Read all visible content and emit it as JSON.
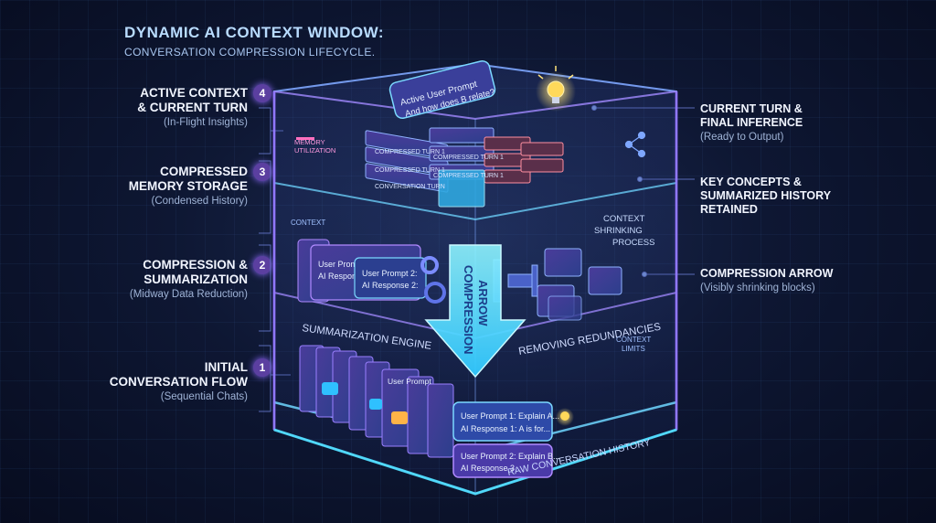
{
  "title": "DYNAMIC AI CONTEXT WINDOW:",
  "subtitle": "CONVERSATION COMPRESSION LIFECYCLE.",
  "stages": [
    {
      "number": "4",
      "heading_line1": "ACTIVE CONTEXT",
      "heading_line2": "& CURRENT TURN",
      "sub": "(In-Flight Insights)"
    },
    {
      "number": "3",
      "heading_line1": "COMPRESSED",
      "heading_line2": "MEMORY STORAGE",
      "sub": "(Condensed History)"
    },
    {
      "number": "2",
      "heading_line1": "COMPRESSION &",
      "heading_line2": "SUMMARIZATION",
      "sub": "(Midway Data Reduction)"
    },
    {
      "number": "1",
      "heading_line1": "INITIAL",
      "heading_line2": "CONVERSATION FLOW",
      "sub": "(Sequential Chats)"
    }
  ],
  "right_labels": [
    {
      "heading_line1": "CURRENT TURN &",
      "heading_line2": "FINAL INFERENCE",
      "sub": "(Ready to Output)"
    },
    {
      "heading_line1": "KEY CONCEPTS &",
      "heading_line2": "SUMMARIZED HISTORY",
      "heading_line3": "RETAINED"
    },
    {
      "heading_line1": "COMPRESSION ARROW",
      "sub": "(Visibly shrinking blocks)"
    }
  ],
  "diagram": {
    "active_prompt_line1": "Active User Prompt",
    "active_prompt_line2": "And how does B relate?",
    "memory_util_line1": "MEMORY",
    "memory_util_line2": "UTILIZATION",
    "compressed_turn": "COMPRESSED TURN 1",
    "conversation_turn": "CONVERSATION TURN",
    "context_label": "CONTEXT",
    "context_shrinking_line1": "CONTEXT",
    "context_shrinking_line2": "SHRINKING",
    "context_shrinking_line3": "PROCESS",
    "card_a_line1": "User Prompt 1: Explain A...",
    "card_a_line2": "AI Response 1: A is for...",
    "card_b_line1": "User Prompt 2:",
    "card_b_line2": "AI Response 2:",
    "compression_arrow_line1": "COMPRESSION",
    "compression_arrow_line2": "ARROW",
    "summarization_engine": "SUMMARIZATION ENGINE",
    "removing_redundancies": "REMOVING REDUNDANCIES",
    "context_limits_line1": "CONTEXT",
    "context_limits_line2": "LIMITS",
    "user_prompt_short": "User Prompt",
    "raw_card1_line1": "User Prompt 1: Explain A...",
    "raw_card1_line2": "AI Response 1: A is for...",
    "raw_card2_line1": "User Prompt 2: Explain B...",
    "raw_card2_line2": "AI Response 3",
    "raw_history": "RAW CONVERSATION HISTORY"
  },
  "colors": {
    "cyan": "#3ee0ff",
    "purple": "#9a6bff",
    "background": "#0e1733"
  },
  "icons": [
    "lightbulb-icon",
    "gear-icon",
    "share-nodes-icon",
    "chat-bubble-icon",
    "clamp-icon"
  ]
}
